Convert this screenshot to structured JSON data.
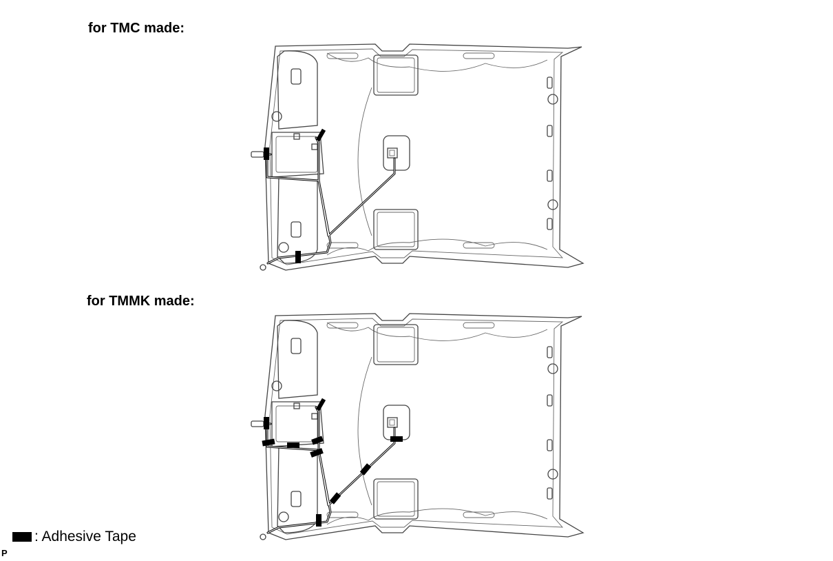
{
  "figures": [
    {
      "caption": "for TMC made:",
      "variant": "tmc"
    },
    {
      "caption": "for TMMK made:",
      "variant": "tmmk"
    }
  ],
  "legend": {
    "label": ": Adhesive Tape",
    "swatch_color": "#000000"
  },
  "code_label": "P"
}
